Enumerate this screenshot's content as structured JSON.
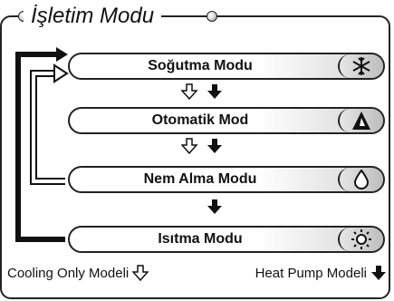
{
  "title": "İşletim Modu",
  "modes": [
    {
      "label": "Soğutma Modu",
      "icon": "snowflake-icon"
    },
    {
      "label": "Otomatik Mod",
      "icon": "auto-icon"
    },
    {
      "label": "Nem Alma Modu",
      "icon": "drop-icon"
    },
    {
      "label": "Isıtma Modu",
      "icon": "sun-icon"
    }
  ],
  "legend": {
    "cooling_only": "Cooling Only Modeli",
    "heat_pump": "Heat Pump Modeli"
  }
}
